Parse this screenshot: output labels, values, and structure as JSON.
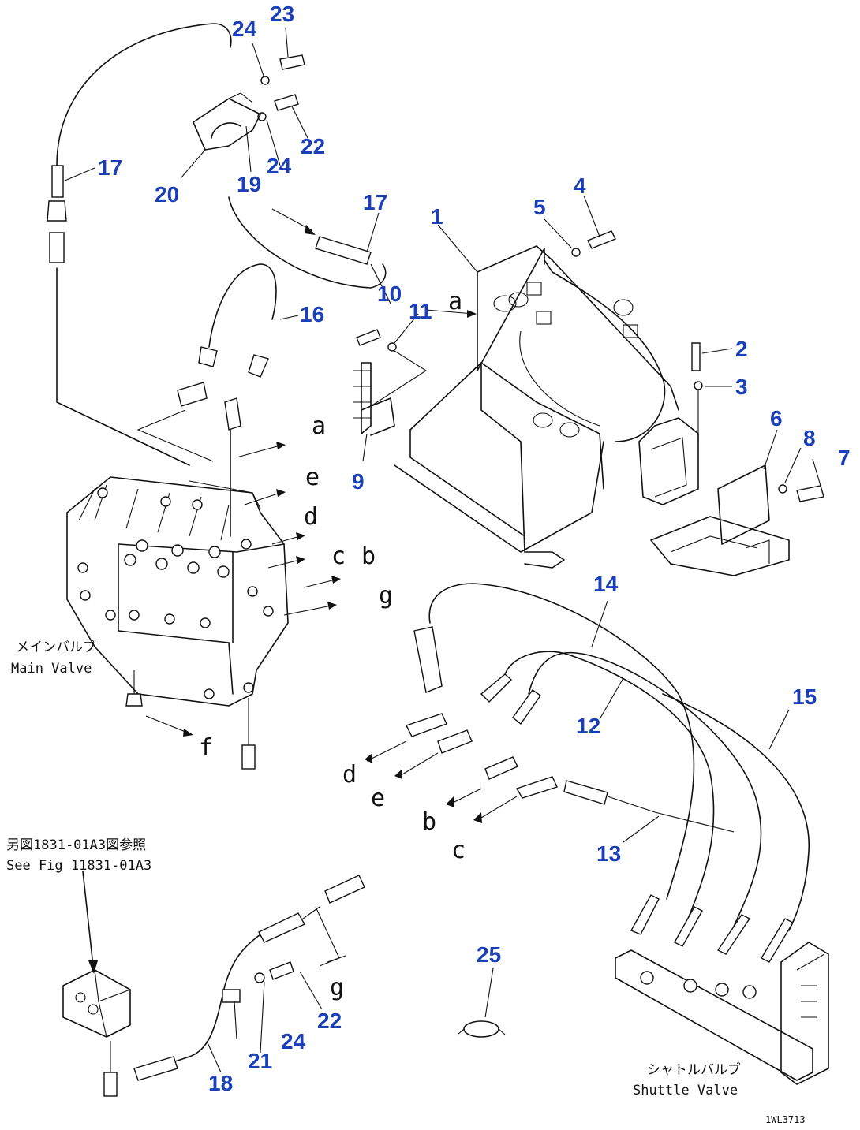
{
  "colors": {
    "callout": "#1a3fb8",
    "line": "#111111",
    "background": "#ffffff"
  },
  "part_numbers": {
    "p1": "1",
    "p2": "2",
    "p3": "3",
    "p4": "4",
    "p5": "5",
    "p6": "6",
    "p7": "7",
    "p8": "8",
    "p9": "9",
    "p10": "10",
    "p11": "11",
    "p12": "12",
    "p13": "13",
    "p14": "14",
    "p15": "15",
    "p16": "16",
    "p17a": "17",
    "p17b": "17",
    "p18": "18",
    "p19": "19",
    "p20": "20",
    "p21": "21",
    "p22a": "22",
    "p22b": "22",
    "p23": "23",
    "p24a": "24",
    "p24b": "24",
    "p24c": "24",
    "p25": "25"
  },
  "connection_letters": {
    "a_top": "a",
    "a_left": "a",
    "e_left": "e",
    "d_left": "d",
    "c_left": "c",
    "b_left": "b",
    "g_left": "g",
    "f": "f",
    "d_bottom": "d",
    "e_bottom": "e",
    "b_bottom": "b",
    "c_bottom": "c",
    "g_bottom": "g"
  },
  "labels": {
    "main_valve_jp": "メインバルブ",
    "main_valve_en": "Main Valve",
    "shuttle_valve_jp": "シャトルバルブ",
    "shuttle_valve_en": "Shuttle Valve",
    "see_fig_jp": "另図1831-01A3図参照",
    "see_fig_en": "See Fig 11831-01A3",
    "drawing_code": "1WL3713"
  }
}
